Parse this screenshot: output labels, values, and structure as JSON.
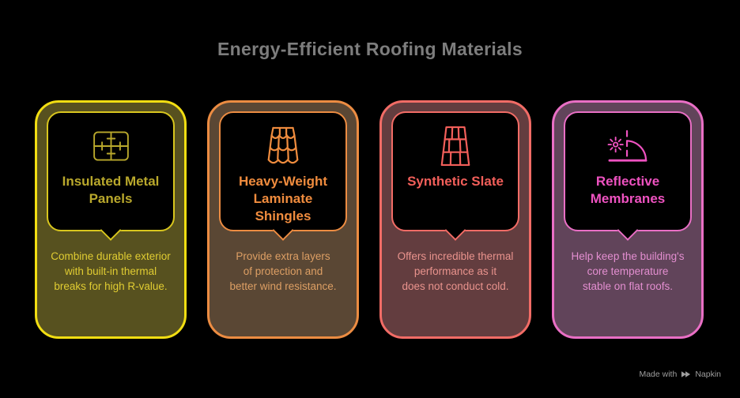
{
  "page": {
    "background_color": "#000000"
  },
  "header": {
    "title": "Energy-Efficient Roofing Materials",
    "title_color": "#7d7d7d"
  },
  "cards": [
    {
      "title": "Insulated Metal Panels",
      "description": "Combine durable exterior with built-in thermal breaks for high R-value.",
      "icon": "metal-panel-icon",
      "colors": {
        "outer_border": "#f2de12",
        "body": "#57511f",
        "inner_border": "#d8c61e",
        "inner_bg": "#000000",
        "accent": "#b9a82c",
        "description_text": "#e0cc32"
      }
    },
    {
      "title": "Heavy-Weight Laminate Shingles",
      "description": "Provide extra layers of protection and better wind resistance.",
      "icon": "laminate-shingles-icon",
      "colors": {
        "outer_border": "#ec8c42",
        "body": "#5a4734",
        "inner_border": "#ec8c42",
        "inner_bg": "#000000",
        "accent": "#f08c3e",
        "description_text": "#dd9f64"
      }
    },
    {
      "title": "Synthetic Slate",
      "description": "Offers incredible thermal performance as it does not conduct cold.",
      "icon": "synthetic-slate-icon",
      "colors": {
        "outer_border": "#f26c66",
        "body": "#633d3f",
        "inner_border": "#f26c66",
        "inner_bg": "#000000",
        "accent": "#f25f5a",
        "description_text": "#e9938d"
      }
    },
    {
      "title": "Reflective Membranes",
      "description": "Help keep the building's core temperature stable on flat roofs.",
      "icon": "reflective-membrane-icon",
      "colors": {
        "outer_border": "#e96fc5",
        "body": "#61445a",
        "inner_border": "#e96fc5",
        "inner_bg": "#000000",
        "accent": "#ee52c0",
        "description_text": "#e38ed0"
      }
    }
  ],
  "footer": {
    "made_with_label": "Made with",
    "brand_label": "Napkin",
    "text_color": "#9e9e9e"
  }
}
